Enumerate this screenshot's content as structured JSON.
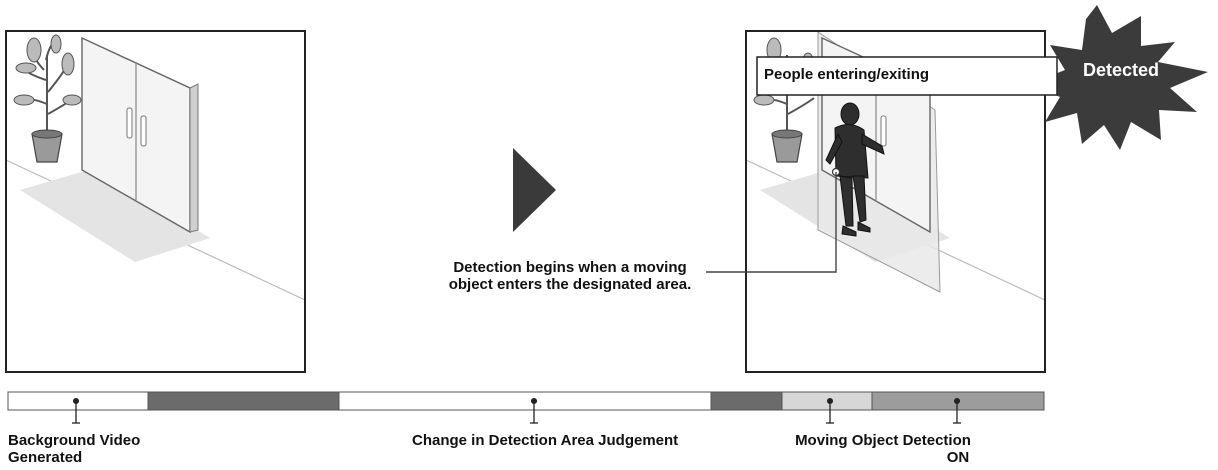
{
  "callouts": {
    "people": "People entering/exiting",
    "detected": "Detected",
    "note": "Detection begins when a moving object enters the designated area."
  },
  "timeline": {
    "labels": {
      "background_line1": "Background Video",
      "background_line2": "Generated",
      "change": "Change in Detection Area Judgement",
      "moving_line1": "Moving Object Detection",
      "moving_line2": "ON"
    }
  }
}
